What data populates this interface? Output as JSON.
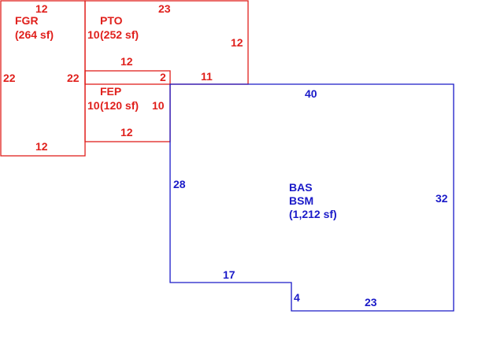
{
  "colors": {
    "red": "#e0201c",
    "blue": "#1a1ac8"
  },
  "areas": {
    "fgr": {
      "code": "FGR",
      "area": "(264 sf)",
      "dims": {
        "top": "12",
        "left": "22",
        "right": "22",
        "bottom": "12"
      }
    },
    "pto": {
      "code": "PTO",
      "area": "(252 sf)",
      "dims": {
        "top": "23",
        "left": "10",
        "right": "12",
        "bottom": "12",
        "bottom_right": "11"
      }
    },
    "fep": {
      "code": "FEP",
      "area": "(120 sf)",
      "dims": {
        "left": "10",
        "right": "10",
        "bottom": "12",
        "top_right": "2"
      }
    },
    "bas": {
      "code1": "BAS",
      "code2": "BSM",
      "area": "(1,212 sf)",
      "dims": {
        "top": "40",
        "left": "28",
        "right": "32",
        "bottom_left": "17",
        "step": "4",
        "bottom_right": "23"
      }
    }
  }
}
